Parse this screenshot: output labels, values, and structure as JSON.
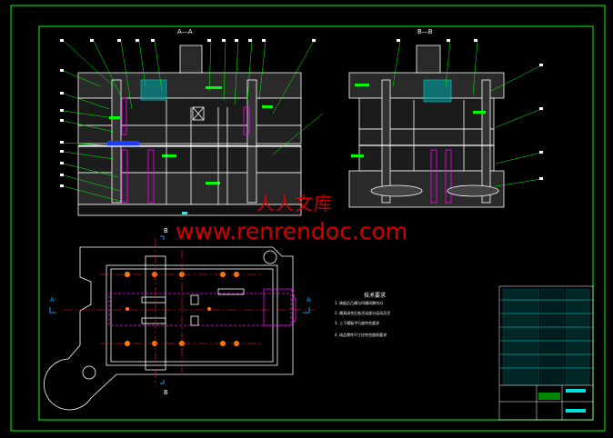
{
  "section_labels": {
    "front": "A—A",
    "side": "B—B",
    "plan_a_left": "A",
    "plan_a_right": "A",
    "plan_b_top": "B",
    "plan_b_bottom": "B"
  },
  "watermark": {
    "line1": "人人文库",
    "line2": "www.renrendoc.com"
  },
  "notes": {
    "title": "技术要求",
    "items": [
      "1. 装配后凸模与凹模间隙均匀",
      "2. 模具闭合后各活动部分运动灵活",
      "3. 上下模板平行度符合要求",
      "4. 成品零件尺寸应符合图纸要求"
    ]
  },
  "colors": {
    "frame": "#00ff00",
    "drawing": "#ffffff",
    "section_hatch": "#00c8c8",
    "centerline": "#ff2020",
    "watermark": "#e00000",
    "title_block": "#00e0e0",
    "accent_magenta": "#ff00ff",
    "accent_yellow": "#ffff00"
  }
}
